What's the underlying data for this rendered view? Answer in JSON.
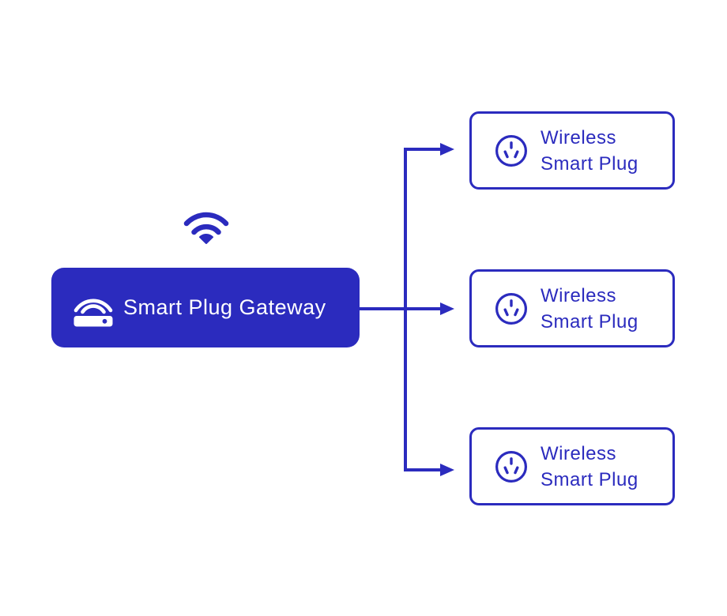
{
  "colors": {
    "primary_blue": "#2B2BBE",
    "gateway_fill": "#2B2BBE",
    "gateway_text": "#FFFFFF",
    "plug_border": "#2B2BBE",
    "plug_text": "#2B2BBE",
    "background": "#FFFFFF"
  },
  "gateway": {
    "label": "Smart Plug Gateway",
    "wifi_icon": "wifi-signal-icon",
    "router_icon": "router-icon"
  },
  "plugs": [
    {
      "icon": "power-outlet-icon",
      "line1": "Wireless",
      "line2": "Smart Plug"
    },
    {
      "icon": "power-outlet-icon",
      "line1": "Wireless",
      "line2": "Smart Plug"
    },
    {
      "icon": "power-outlet-icon",
      "line1": "Wireless",
      "line2": "Smart Plug"
    }
  ]
}
